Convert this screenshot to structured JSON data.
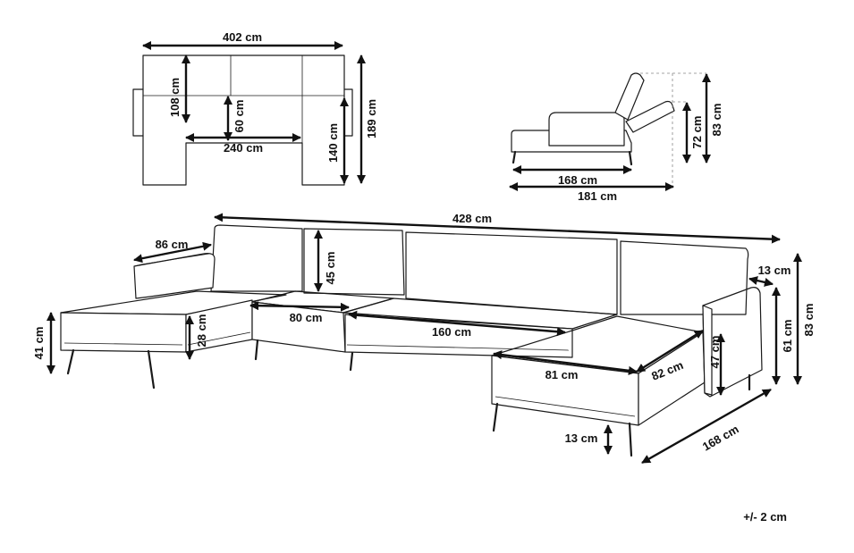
{
  "diagram": {
    "top_view": {
      "width_label": "402 cm",
      "depth_left_label": "108 cm",
      "seat_depth_label": "60 cm",
      "inner_width_label": "240 cm",
      "chaise_length_label": "140 cm",
      "total_depth_label": "189 cm"
    },
    "side_view": {
      "seat_length_label": "168 cm",
      "total_length_label": "181 cm",
      "recline_height_label": "72 cm",
      "back_height_label": "83 cm"
    },
    "main_view": {
      "total_width_label": "428 cm",
      "arm_depth_label": "86 cm",
      "back_height_label": "45 cm",
      "arm_width_label": "13 cm",
      "seat_module_label": "80 cm",
      "center_module_label": "160 cm",
      "leg_left_label": "41 cm",
      "seat_thickness_label": "28 cm",
      "chaise_width_label": "81 cm",
      "chaise_depth_label": "82 cm",
      "seat_height_label": "47 cm",
      "arm_height_label": "61 cm",
      "total_height_label": "83 cm",
      "leg_height_label": "13 cm",
      "chaise_length_label": "168 cm"
    },
    "tolerance_label": "+/- 2 cm"
  }
}
